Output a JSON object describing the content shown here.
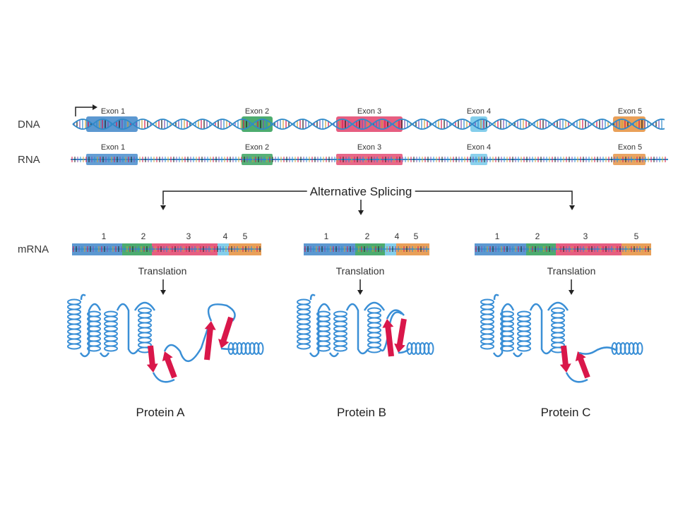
{
  "rows": {
    "dna": "DNA",
    "rna": "RNA",
    "mrna": "mRNA"
  },
  "exons": [
    {
      "label": "Exon  1",
      "short": "1",
      "color": "#3f86c9"
    },
    {
      "label": "Exon 2",
      "short": "2",
      "color": "#2e9e56"
    },
    {
      "label": "Exon  3",
      "short": "3",
      "color": "#e2426b"
    },
    {
      "label": "Exon 4",
      "short": "4",
      "color": "#6ec6e8"
    },
    {
      "label": "Exon 5",
      "short": "5",
      "color": "#e58f3c"
    }
  ],
  "splicing_label": "Alternative Splicing",
  "translation_label": "Translation",
  "isoforms": [
    {
      "protein": "Protein A",
      "exon_order": [
        "1",
        "2",
        "3",
        "4",
        "5"
      ]
    },
    {
      "protein": "Protein B",
      "exon_order": [
        "1",
        "2",
        "4",
        "5"
      ]
    },
    {
      "protein": "Protein C",
      "exon_order": [
        "1",
        "2",
        "3",
        "5"
      ]
    }
  ],
  "colors": {
    "backbone": "#2f8ac9",
    "helix": "#3a8fd6",
    "strand": "#d9174a",
    "text": "#333333"
  }
}
